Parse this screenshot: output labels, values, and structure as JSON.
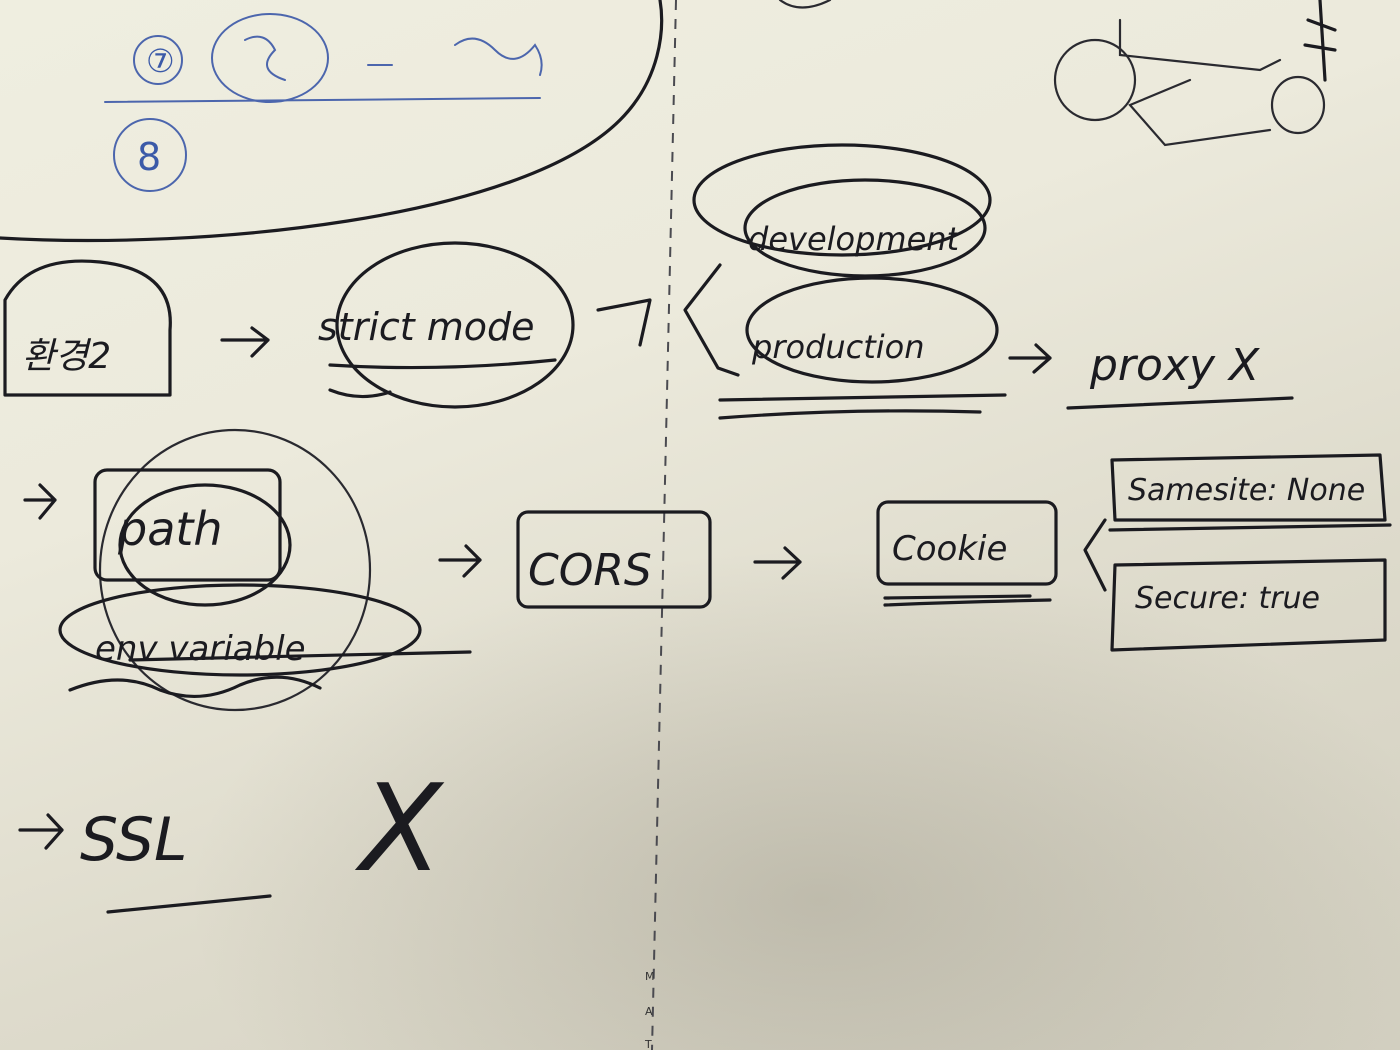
{
  "notes": {
    "top_left": {
      "circled_1": "⑦",
      "circled_2": "8"
    },
    "start_label": "환경2",
    "strict_mode": "strict mode",
    "environments": [
      "development",
      "production"
    ],
    "proxy": "proxy X",
    "path": "path",
    "env_variable": "env variable",
    "cors": "CORS",
    "cookie": "Cookie",
    "cookie_options": [
      "Samesite: None",
      "Secure: true"
    ],
    "ssl": "SSL",
    "ssl_mark": "X",
    "margin_letters": [
      "M",
      "A",
      "T"
    ]
  }
}
